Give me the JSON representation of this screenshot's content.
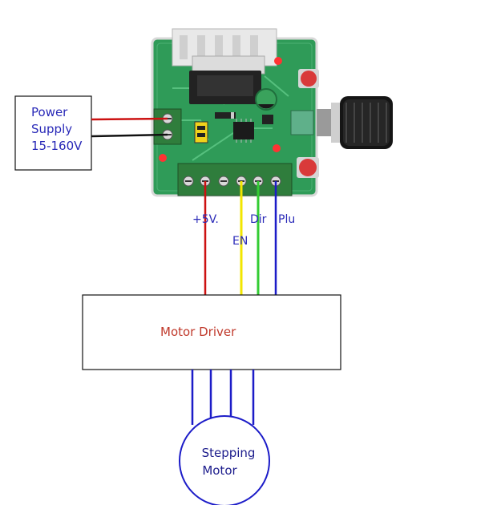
{
  "power_supply": {
    "line1": "Power",
    "line2": "Supply",
    "line3": "15-160V"
  },
  "pin_labels": {
    "plus5v": "+5V.",
    "en": "EN",
    "dir": "Dir",
    "plu": "Plu"
  },
  "motor_driver": {
    "label": "Motor Driver"
  },
  "stepping_motor": {
    "line1": "Stepping",
    "line2": "Motor"
  },
  "colors": {
    "power_text": "#2a2ab8",
    "driver_text": "#c0392b",
    "wire_red": "#cc1111",
    "wire_yellow": "#f2e600",
    "wire_green": "#33cc33",
    "wire_blue": "#1c1cc8",
    "pcb_green": "#2f9b58"
  }
}
